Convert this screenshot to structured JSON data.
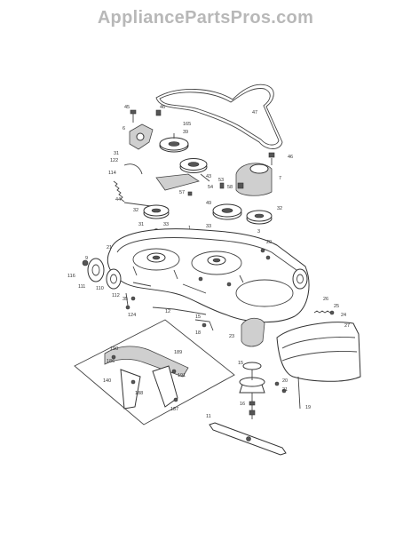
{
  "header": {
    "watermark": "AppliancePartsPros.com"
  },
  "part_labels": [
    {
      "id": "47",
      "text": "47"
    },
    {
      "id": "46a",
      "text": "46"
    },
    {
      "id": "45",
      "text": "45"
    },
    {
      "id": "6a",
      "text": "6"
    },
    {
      "id": "165",
      "text": "165"
    },
    {
      "id": "39",
      "text": "39"
    },
    {
      "id": "31a",
      "text": "31"
    },
    {
      "id": "122",
      "text": "122"
    },
    {
      "id": "114",
      "text": "114"
    },
    {
      "id": "44",
      "text": "44"
    },
    {
      "id": "46b",
      "text": "46"
    },
    {
      "id": "7",
      "text": "7"
    },
    {
      "id": "43",
      "text": "43"
    },
    {
      "id": "53",
      "text": "53"
    },
    {
      "id": "54",
      "text": "54"
    },
    {
      "id": "57",
      "text": "57"
    },
    {
      "id": "58",
      "text": "58"
    },
    {
      "id": "32a",
      "text": "32"
    },
    {
      "id": "32b",
      "text": "32"
    },
    {
      "id": "31b",
      "text": "31"
    },
    {
      "id": "49",
      "text": "49"
    },
    {
      "id": "33a",
      "text": "33"
    },
    {
      "id": "33b",
      "text": "33"
    },
    {
      "id": "1",
      "text": "1"
    },
    {
      "id": "21a",
      "text": "21"
    },
    {
      "id": "3",
      "text": "3"
    },
    {
      "id": "20a",
      "text": "20"
    },
    {
      "id": "116",
      "text": "116"
    },
    {
      "id": "9",
      "text": "9"
    },
    {
      "id": "111",
      "text": "111"
    },
    {
      "id": "110",
      "text": "110"
    },
    {
      "id": "112",
      "text": "112"
    },
    {
      "id": "35",
      "text": "35"
    },
    {
      "id": "124",
      "text": "124"
    },
    {
      "id": "12",
      "text": "12"
    },
    {
      "id": "15",
      "text": "15"
    },
    {
      "id": "18",
      "text": "18"
    },
    {
      "id": "23",
      "text": "23"
    },
    {
      "id": "26",
      "text": "26"
    },
    {
      "id": "25",
      "text": "25"
    },
    {
      "id": "24",
      "text": "24"
    },
    {
      "id": "27",
      "text": "27"
    },
    {
      "id": "190",
      "text": "190"
    },
    {
      "id": "189",
      "text": "189"
    },
    {
      "id": "191",
      "text": "191"
    },
    {
      "id": "140",
      "text": "140"
    },
    {
      "id": "188",
      "text": "188"
    },
    {
      "id": "187",
      "text": "187"
    },
    {
      "id": "186",
      "text": "186"
    },
    {
      "id": "15b",
      "text": "15"
    },
    {
      "id": "20b",
      "text": "20"
    },
    {
      "id": "21b",
      "text": "21"
    },
    {
      "id": "16",
      "text": "16"
    },
    {
      "id": "19",
      "text": "19"
    },
    {
      "id": "11",
      "text": "11"
    }
  ]
}
